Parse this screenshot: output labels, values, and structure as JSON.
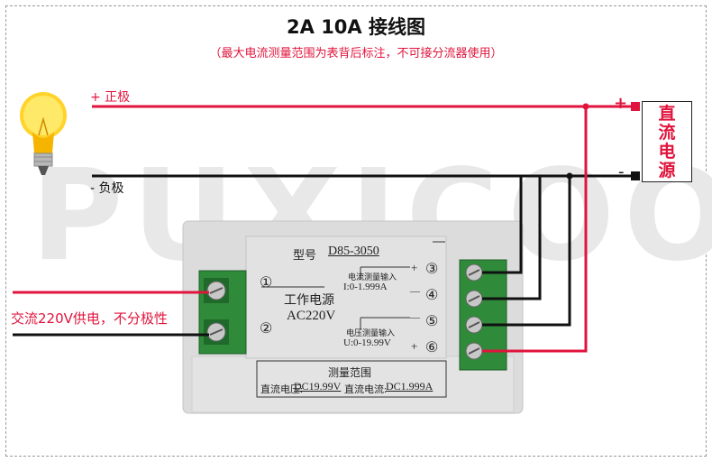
{
  "header": {
    "title": "2A  10A 接线图",
    "subtitle": "（最大电流测量范围为表背后标注，不可接分流器使用）"
  },
  "watermark": "PUXICOO",
  "wires": {
    "positive_label": "+ 正极",
    "negative_label": "- 负极",
    "ac_label": "交流220V供电，不分极性"
  },
  "power_supply": {
    "label": "直流电源",
    "plus": "+",
    "minus": "-"
  },
  "device": {
    "model_label": "型号",
    "model": "D85-3050",
    "power_label": "工作电源",
    "power_value": "AC220V",
    "current_input_label": "电流测量输入",
    "current_range": "I:0-1.999A",
    "voltage_input_label": "电压测量输入",
    "voltage_range": "U:0-19.99V",
    "range_title": "测量范围",
    "dc_voltage_label": "直流电压:",
    "dc_voltage_value": "DC19.99V",
    "dc_current_label": "直流电流:",
    "dc_current_value": "DC1.999A",
    "terminals_left": [
      "①",
      "②"
    ],
    "terminals_right": [
      "③",
      "④",
      "⑤",
      "⑥"
    ],
    "plus_sign": "+",
    "minus_sign": "—"
  },
  "colors": {
    "wire_red": "#e0143c",
    "wire_black": "#111111",
    "terminal_green": "#2f8a3a",
    "housing_grey": "#d9d9d9"
  }
}
